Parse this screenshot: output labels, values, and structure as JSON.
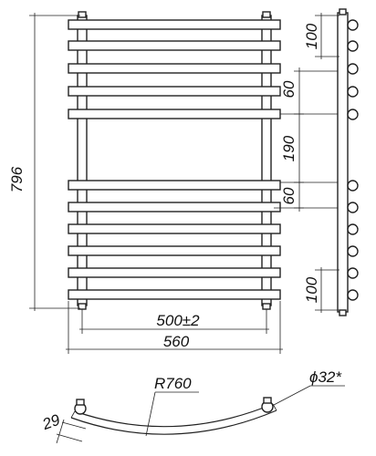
{
  "drawing": {
    "front_view": {
      "height_label": "796",
      "inner_width_label": "500±2",
      "outer_width_label": "560"
    },
    "side_view": {
      "top_spacing_label": "100",
      "gap_small_label_1": "60",
      "gap_large_label": "190",
      "gap_small_label_2": "60",
      "bottom_spacing_label": "100"
    },
    "top_view": {
      "radius_label": "R760",
      "diameter_label": "ϕ32*",
      "offset_label": "29"
    }
  }
}
